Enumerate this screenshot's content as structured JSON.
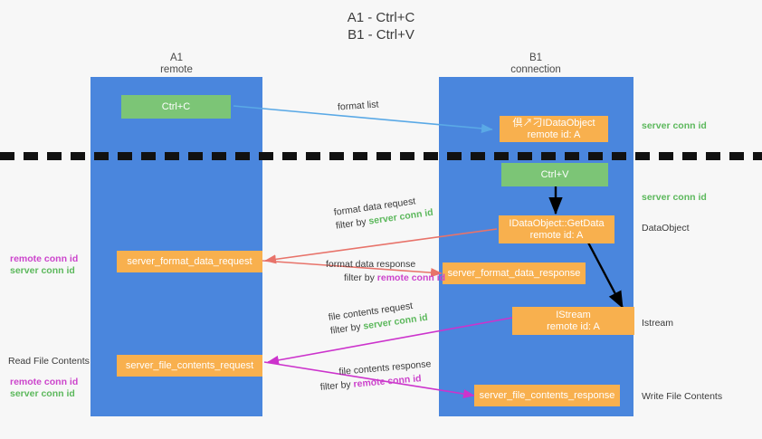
{
  "title": "A1 - Ctrl+C\nB1 - Ctrl+V",
  "columns": [
    {
      "id": "a1",
      "header": "A1\nremote"
    },
    {
      "id": "b1",
      "header": "B1\nconnection"
    }
  ],
  "boxes": {
    "ctrl_c": "Ctrl+C",
    "ctrl_v": "Ctrl+V",
    "idataobject_line1": "倶↗刁IDataObject",
    "idataobject_line2": "remote id: A",
    "getdata_line1": "IDataObject::GetData",
    "getdata_line2": "remote id: A",
    "istream_line1": "IStream",
    "istream_line2": "remote id: A",
    "server_format_data_request": "server_format_data_request",
    "server_format_data_response": "server_format_data_response",
    "server_file_contents_request": "server_file_contents_request",
    "server_file_contents_response": "server_file_contents_response"
  },
  "edge_labels": {
    "format_list": "format list",
    "format_data_request": "format data request",
    "format_data_request_filter_prefix": "filter by ",
    "format_data_request_filter_value": "server conn id",
    "format_data_response": "format data response",
    "format_data_response_filter_prefix": "filter by ",
    "format_data_response_filter_value": "remote conn id",
    "file_contents_request": "file contents request",
    "file_contents_request_filter_prefix": "filter by ",
    "file_contents_request_filter_value": "server conn id",
    "file_contents_response": "file contents response",
    "file_contents_response_filter_prefix": "filter by ",
    "file_contents_response_filter_value": "remote conn id"
  },
  "side_labels": {
    "right_server_conn_id_top": "server conn id",
    "right_server_conn_id_mid": "server conn id",
    "right_dataobject": "DataObject",
    "right_istream": "Istream",
    "right_write_file_contents": "Write File Contents",
    "left_remote_conn_id_1": "remote conn id",
    "left_server_conn_id_1": "server conn id",
    "left_read_file_contents": "Read File Contents",
    "left_remote_conn_id_2": "remote conn id",
    "left_server_conn_id_2": "server conn id"
  },
  "colors": {
    "lane": "#4a86dd",
    "orange": "#f8b04e",
    "green_box": "#7cc576",
    "green_text": "#5cb85c",
    "magenta_text": "#cc44cc",
    "arrow_blue": "#5aa9e6",
    "arrow_red": "#e8736a",
    "arrow_black": "#000000",
    "arrow_magenta": "#cc33cc",
    "background": "#f7f7f7",
    "divider": "#111111"
  }
}
